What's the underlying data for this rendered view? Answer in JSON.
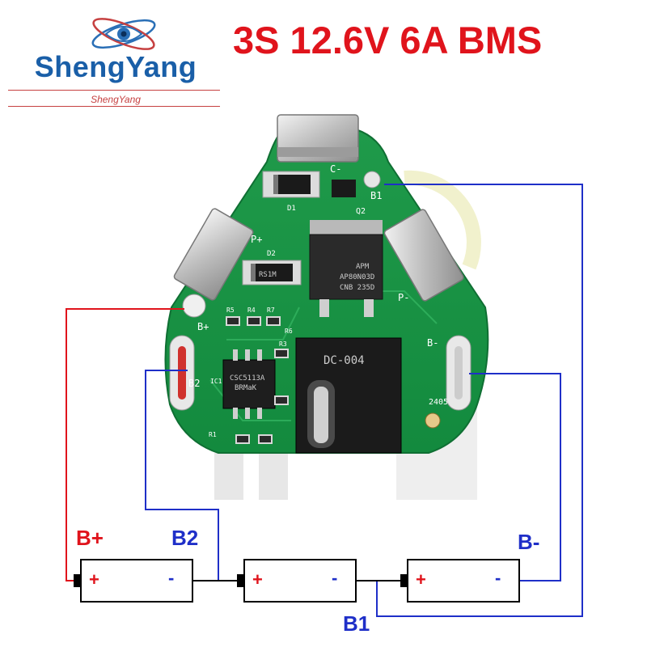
{
  "brand": {
    "name": "ShengYang",
    "subtitle": "ShengYang"
  },
  "title": "3S 12.6V 6A BMS",
  "pcb": {
    "labels": [
      "C-",
      "B1",
      "Q2",
      "D1",
      "D2",
      "P+",
      "P-",
      "RS1M",
      "APM",
      "AP80N03D",
      "CNB 235D",
      "R5",
      "R4",
      "R7",
      "R6",
      "R3",
      "R1",
      "B+",
      "B2",
      "B-",
      "CSC5113A",
      "BRMaK",
      "DC-004",
      "2405",
      "IC1"
    ]
  },
  "diagram": {
    "labels": {
      "b_plus": "B+",
      "b2": "B2",
      "b_minus": "B-",
      "b1": "B1"
    },
    "cells": [
      {
        "plus": "+",
        "minus": "-"
      },
      {
        "plus": "+",
        "minus": "-"
      },
      {
        "plus": "+",
        "minus": "-"
      }
    ],
    "colors": {
      "red_wire": "#e0141c",
      "blue_wire": "#1f2fc8"
    }
  }
}
